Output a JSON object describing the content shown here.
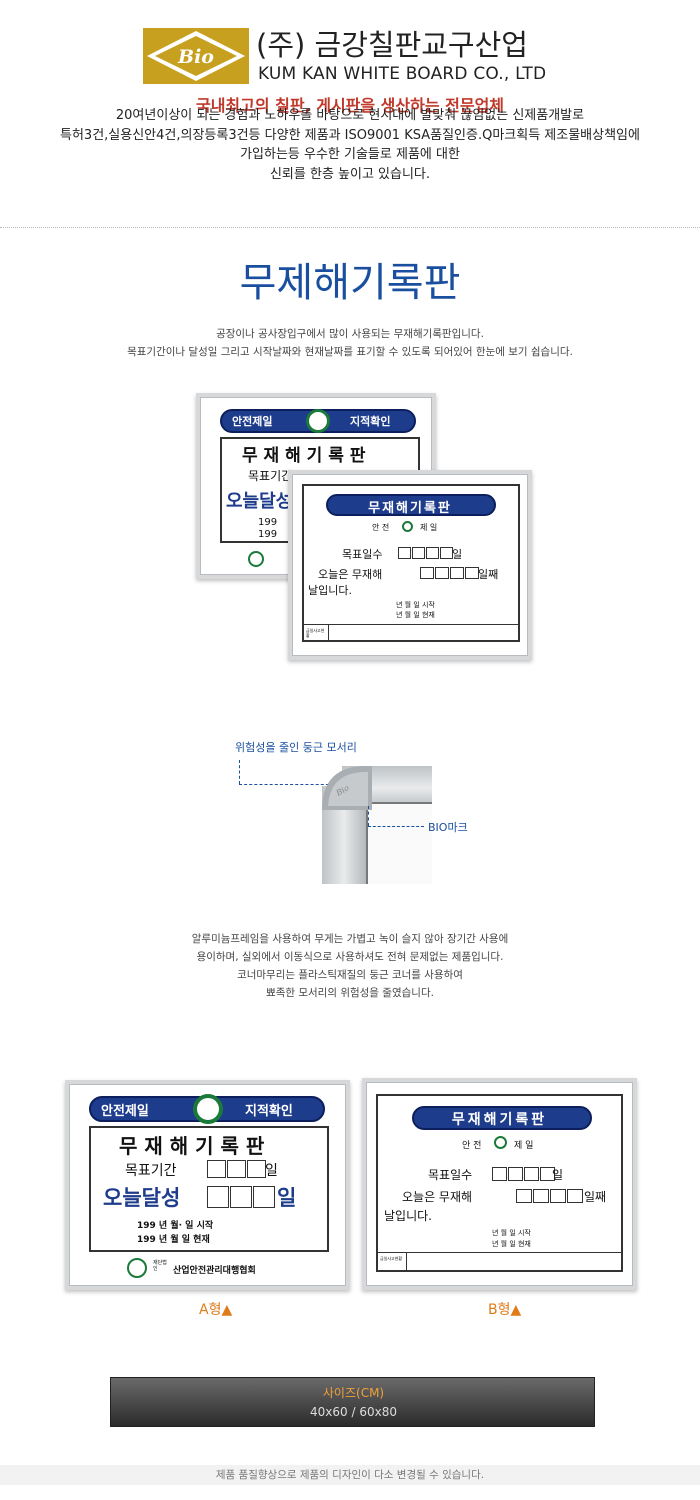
{
  "header": {
    "logo_text": "Bio",
    "company_kr": "(주) 금강칠판교구산업",
    "company_en": "KUM KAN WHITE BOARD CO., LTD",
    "tagline": "국내최고의 칠판, 게시판을 생산하는 전문업체",
    "intro_lines": [
      "20여년이상이 되는 경험과 노하우를 바탕으로 현시대에 발맞춰 끊임없는 신제품개발로",
      "특허3건,실용신안4건,의장등록3건등 다양한 제품과 ISO9001 KSA품질인증.Q마크획득 제조물배상책임에",
      "가입하는등 우수한 기술들로 제품에 대한",
      "신뢰를 한층 높이고 있습니다."
    ]
  },
  "product": {
    "title": "무제해기록판",
    "desc_lines": [
      "공장이나 공사장입구에서 많이 사용되는 무재해기록판입니다.",
      "목표기간이나 달성일 그리고 시작날짜와 현재날짜를 표기할 수 있도록 되어있어 한눈에 보기 쉽습니다."
    ]
  },
  "board_a": {
    "banner_left": "안전제일",
    "banner_right": "지적확인",
    "heading": "무 재 해 기 록 판",
    "goal_label": "목표기간",
    "goal_unit": "일",
    "achieved_label": "오늘달성",
    "achieved_unit": "일",
    "row1": "199  년      월·  일 시작",
    "row2": "199  년      월      일 현재",
    "org_small": "재단법인",
    "org": "산업안전관리대행협회"
  },
  "board_b": {
    "banner": "무재해기록판",
    "subline_left": "안 전",
    "subline_right": "제 일",
    "goal_label": "목표일수",
    "goal_unit": "일",
    "today_label": "오늘은 무재해",
    "today_unit": "일째",
    "line3": "날입니다.",
    "row1": "년      월      일 시작",
    "row2": "년      월      일 현재",
    "footer_label": "금일사고현황"
  },
  "corner_detail": {
    "label_top": "위험성을 줄인 둥근 모서리",
    "label_right": "BIO마크",
    "mark_text": "Bio"
  },
  "feature_lines": [
    "알루미늄프레임을 사용하여 무게는 가볍고 녹이 슬지 않아 장기간 사용에",
    "용이하며, 실외에서 이동식으로 사용하셔도 전혀 문제없는 제품입니다.",
    "코너마무리는 플라스틱재질의 둥근 코너를 사용하여",
    "뾰족한 모서리의 위험성을 줄였습니다."
  ],
  "types": {
    "a_label": "A형▲",
    "b_label": "B형▲"
  },
  "size": {
    "title": "사이즈(CM)",
    "values": "40x60 / 60x80"
  },
  "footer_note": "제품 품질향상으로 제품의 디자인이 다소 변경될 수 있습니다.",
  "colors": {
    "brand_blue": "#1a4fa0",
    "tagline_red": "#c0392b",
    "orange": "#e07b1a",
    "logo_gold": "#c7a020"
  }
}
